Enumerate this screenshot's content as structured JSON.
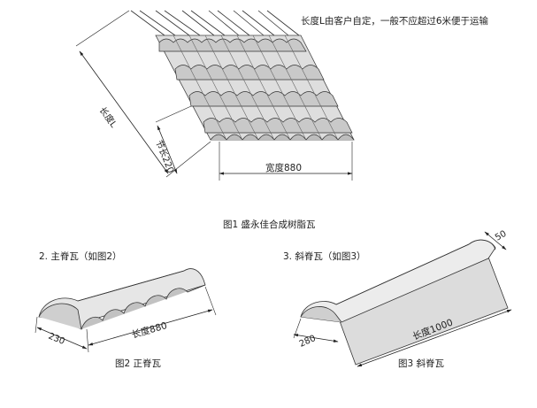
{
  "fig1": {
    "note": "长度L由客户自定，一般不应超过6米便于运输",
    "length_label": "长度L",
    "pitch_label": "节长220",
    "width_label": "宽度880",
    "caption": "图1   盛永佳合成树脂瓦"
  },
  "fig2": {
    "heading": "2. 主脊瓦（如图2）",
    "dim_small": "230",
    "dim_length": "长度880",
    "caption": "图2   正脊瓦"
  },
  "fig3": {
    "heading": "3. 斜脊瓦（如图3）",
    "dim_top": "50",
    "dim_small": "280",
    "dim_length": "长度1000",
    "caption": "图3   斜脊瓦"
  }
}
